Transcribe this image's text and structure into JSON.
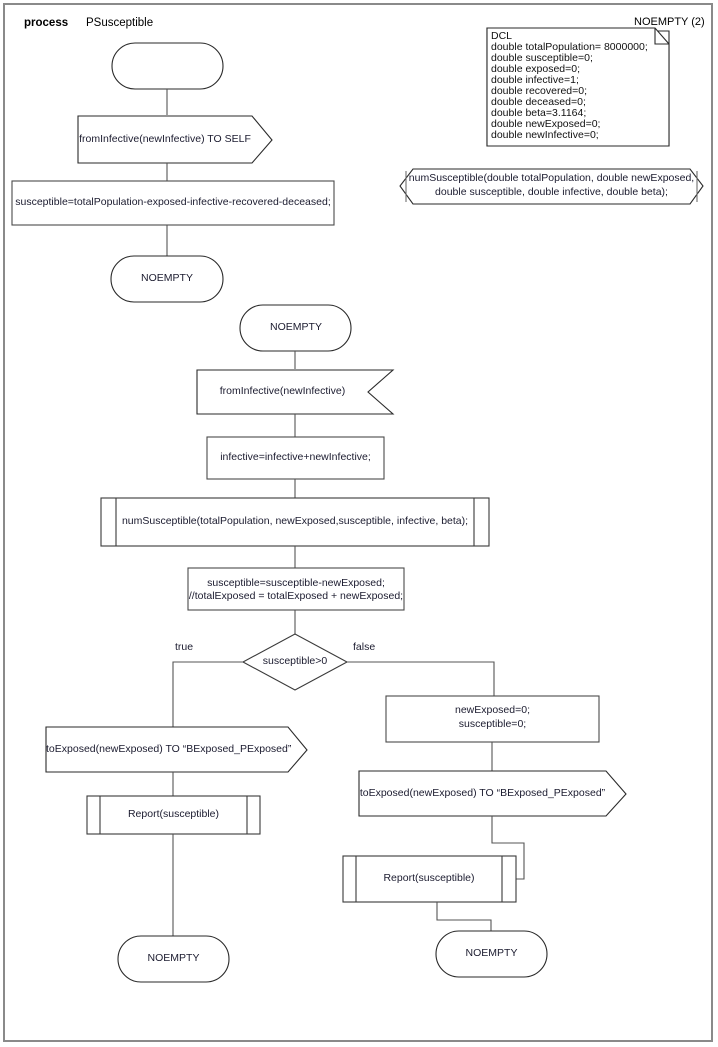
{
  "diagram": {
    "kind": "SDL process flowchart",
    "header": {
      "keyword": "process",
      "name": "PSusceptible"
    },
    "page_label": "NOEMPTY (2)",
    "declaration_block": {
      "title": "DCL",
      "lines": [
        "double totalPopulation= 8000000;",
        "double susceptible=0;",
        "double exposed=0;",
        "double infective=1;",
        "double recovered=0;",
        "double deceased=0;",
        "double beta=3.1164;",
        "double newExposed=0;",
        "double newInfective=0;"
      ]
    },
    "procedure_declaration": {
      "line1": "numSusceptible(double totalPopulation, double newExposed,",
      "line2": "double susceptible, double infective, double beta);"
    },
    "nodes": {
      "state_start": "",
      "input_self": "fromInfective(newInfective) TO SELF",
      "task_susceptible": "susceptible=totalPopulation-exposed-infective-recovered-deceased;",
      "state_noempty_1": "NOEMPTY",
      "state_noempty_2": "NOEMPTY",
      "input_from_infective": "fromInfective(newInfective)",
      "task_infective": "infective=infective+newInfective;",
      "procedure_call": "numSusceptible(totalPopulation, newExposed,susceptible, infective, beta);",
      "task_exposed_l1": "susceptible=susceptible-newExposed;",
      "task_exposed_l2": "//totalExposed = totalExposed + newExposed;",
      "decision": "susceptible>0",
      "branch_true": "true",
      "branch_false": "false",
      "output_true": "toExposed(newExposed) TO “BExposed_PExposed”",
      "report_true": "Report(susceptible)",
      "state_end_true": "NOEMPTY",
      "task_false_l1": "newExposed=0;",
      "task_false_l2": "susceptible=0;",
      "output_false": "toExposed(newExposed) TO “BExposed_PExposed”",
      "report_false": "Report(susceptible)",
      "state_end_false": "NOEMPTY"
    },
    "colors": {
      "stroke": "#3a3a3a",
      "stroke_light": "#7a7a7a",
      "text": "#1b1b2f",
      "frame": "#8a8a8a",
      "background": "#ffffff"
    }
  }
}
